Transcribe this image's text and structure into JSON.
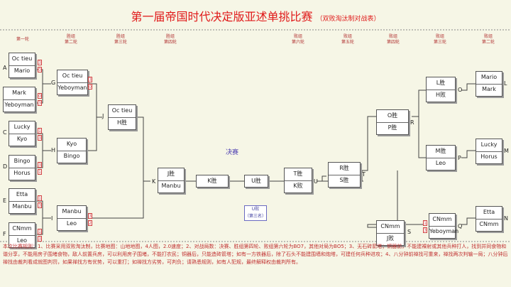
{
  "title": {
    "main": "第一届帝国时代决定版亚述单挑比赛",
    "sub": "（双败淘汰制对战表）"
  },
  "headers": {
    "l1": "第一轮",
    "l2": [
      "胜组",
      "第二轮"
    ],
    "l3": [
      "胜组",
      "第三轮"
    ],
    "l4": [
      "胜组",
      "第四轮"
    ],
    "r6": [
      "败组",
      "第六轮"
    ],
    "r5": [
      "败组",
      "第五轮"
    ],
    "r4": [
      "败组",
      "第四轮"
    ],
    "r3": [
      "败组",
      "第三轮"
    ],
    "r2": [
      "败组",
      "第二轮"
    ]
  },
  "matches": {
    "A": {
      "label": "A",
      "top": "Oc tieu",
      "bot": "Mario",
      "s1": "3",
      "s2": "0"
    },
    "B": {
      "label": "B",
      "top": "Mark",
      "bot": "Yeboyman",
      "s1": "0",
      "s2": "3"
    },
    "C": {
      "label": "C",
      "top": "Lucky",
      "bot": "Kyo",
      "s1": "1",
      "s2": "3"
    },
    "D": {
      "label": "D",
      "top": "Bingo",
      "bot": "Horus",
      "s1": "3",
      "s2": "1"
    },
    "E": {
      "label": "E",
      "top": "Etta",
      "bot": "Manbu",
      "s1": "1",
      "s2": "3"
    },
    "F": {
      "label": "F",
      "top": "CNmm",
      "bot": "Leo",
      "s1": "1",
      "s2": "3"
    },
    "G": {
      "label": "G",
      "top": "Oc tieu",
      "bot": "Yeboyman",
      "s1": "3",
      "s2": "0"
    },
    "H": {
      "label": "H",
      "top": "Kyo",
      "bot": "Bingo"
    },
    "I": {
      "label": "I",
      "top": "Manbu",
      "bot": "Leo",
      "s1": "3",
      "s2": "2"
    },
    "J": {
      "label": "J",
      "top": "Oc tieu",
      "bot": "H胜"
    },
    "K": {
      "label": "K",
      "top": "J胜",
      "bot": "Manbu"
    },
    "L": {
      "label": "L",
      "top": "Mario",
      "bot": "Mark"
    },
    "M": {
      "label": "M",
      "top": "Lucky",
      "bot": "Horus"
    },
    "N": {
      "label": "N",
      "top": "Etta",
      "bot": "CNmm"
    },
    "O": {
      "label": "O",
      "top": "L胜",
      "bot": "H败"
    },
    "P": {
      "label": "P",
      "top": "M胜",
      "bot": "Leo"
    },
    "Q": {
      "label": "Q",
      "top": "CNmm",
      "bot": "Yeboyman",
      "s1": "1",
      "s2": "3"
    },
    "R": {
      "label": "R",
      "top": "O胜",
      "bot": "P胜"
    },
    "S": {
      "label": "S",
      "top": "CNmm",
      "bot": "J败"
    },
    "T": {
      "label": "T",
      "top": "R胜",
      "bot": "S胜"
    },
    "U": {
      "label": "U",
      "top": "T胜",
      "bot": "K败"
    }
  },
  "finals": {
    "k_win": "K胜",
    "u_win": "U胜",
    "label": "决赛",
    "u_lose": "U败",
    "third": "（第三名）"
  },
  "rules": "本次比赛规则：1、比赛采用双败淘汰制，比赛地图：山地地图，4人图，2.0速度；2、对战局数：决赛、胜组第四轮、败组第六轮为BO7，其他对局为BO5；3、无石砖箭塔；铜器前，不能建裸射或其他兵种打人，找到并同食物和谐分享，不能用房子围堵食物，敌人前置兵房，可以利用房子围堵，不能打农民；铜器后，只能造砖箭塔；如有一方铁器后，除了石头不能建围墙和炮塔，可建任何兵种进攻；4、八分钟前禅找可重来，禅找两次判输一局；八分钟后禅找由裁判看成就图判罚，如果禅找方有优势，可以重打；如禅找方劣势，可判负；请熟悉规则，如有人犯规，最终解释权由裁判所有。"
}
